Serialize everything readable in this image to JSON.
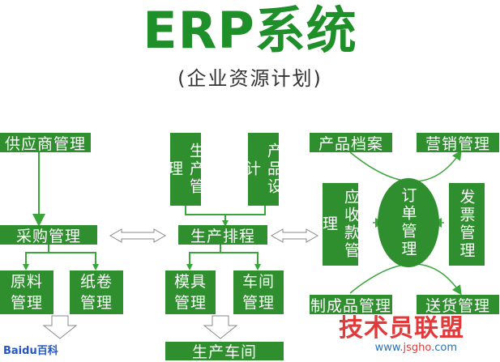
{
  "header": {
    "title": "ERP系统",
    "subtitle": "(企业资源计划)"
  },
  "nodes": {
    "supplier_mgmt": "供应商管理",
    "purchase_mgmt": "采购管理",
    "raw_material": "原料管理",
    "paper_roll": "纸卷管理",
    "production_mgmt": "生产管理",
    "product_design": "产品设计",
    "production_schedule": "生产排程",
    "mold_mgmt": "模具管理",
    "workshop_mgmt": "车间管理",
    "production_workshop": "生产车间",
    "product_archive": "产品档案",
    "marketing_mgmt": "营销管理",
    "receivables_mgmt": "应收款管理",
    "order_mgmt": "订单管理",
    "invoice_mgmt": "发票管理",
    "finished_goods_mgmt": "制成品管理",
    "delivery_mgmt": "送货管理"
  },
  "watermark": {
    "brand": "技术员联盟",
    "url_prefix": "www.",
    "url_domain": "jsgho",
    "url_suffix": ".com",
    "baidu": "Baidu百科"
  },
  "colors": {
    "title": "#1f8f2a",
    "box_fill": "#2f8f2f",
    "box_text": "#ffffff",
    "connector": "#3aa53a"
  }
}
